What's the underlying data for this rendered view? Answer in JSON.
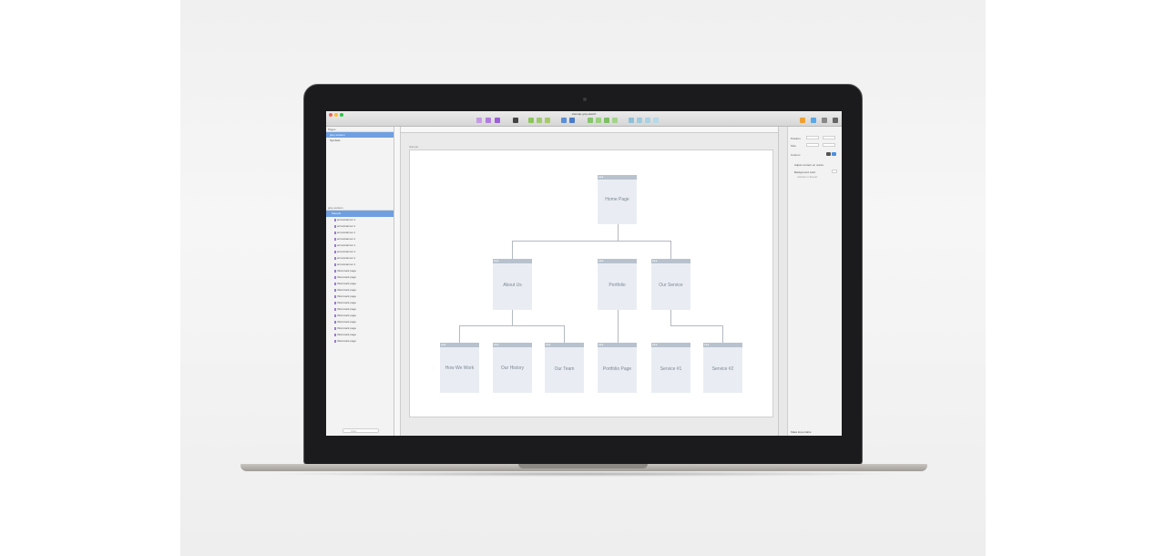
{
  "window": {
    "title": "sitemap-grey.sketch"
  },
  "colors": {
    "selection": "#6f9fe0",
    "card_bg": "#e9edf3",
    "card_header": "#b8c2ce",
    "connector": "#b3b9c1"
  },
  "pages_panel": {
    "header": "Pages",
    "items": [
      {
        "label": "grey-version"
      },
      {
        "label": "Symbols"
      }
    ]
  },
  "layers_panel": {
    "header": "grey-version",
    "group": "Sample",
    "items": [
      {
        "label": "arrows/arrow-1"
      },
      {
        "label": "arrows/arrow-1"
      },
      {
        "label": "arrows/arrow-1"
      },
      {
        "label": "arrows/arrow-1"
      },
      {
        "label": "arrows/arrow-1"
      },
      {
        "label": "arrows/arrow-1"
      },
      {
        "label": "arrows/arrow-1"
      },
      {
        "label": "arrows/arrow-1"
      },
      {
        "label": "thisismark page"
      },
      {
        "label": "thisismark page"
      },
      {
        "label": "thisismark page"
      },
      {
        "label": "thisismark page"
      },
      {
        "label": "thisismark page"
      },
      {
        "label": "thisismark page"
      },
      {
        "label": "thisismark page"
      },
      {
        "label": "thisismark page"
      },
      {
        "label": "thisismark page"
      },
      {
        "label": "thisismark page"
      },
      {
        "label": "thisismark page"
      },
      {
        "label": "thisismark page"
      }
    ],
    "search_placeholder": "Filter"
  },
  "artboard": {
    "label": "Sample"
  },
  "sitemap": {
    "level0": [
      {
        "label": "Home Page"
      }
    ],
    "level1": [
      {
        "label": "About Us"
      },
      {
        "label": "Portfolio"
      },
      {
        "label": "Our Service"
      }
    ],
    "level2": [
      {
        "label": "How We Work"
      },
      {
        "label": "Our History"
      },
      {
        "label": "Our Team"
      },
      {
        "label": "Portfolio Page"
      },
      {
        "label": "Service #1"
      },
      {
        "label": "Service #2"
      }
    ]
  },
  "inspector": {
    "position_label": "Position",
    "size_label": "Size",
    "custom_label": "Custom",
    "adjust_label": "Adjust content on resize",
    "background_label": "Background color",
    "include_label": "Include in Export",
    "make_exportable": "Make Exportable"
  }
}
